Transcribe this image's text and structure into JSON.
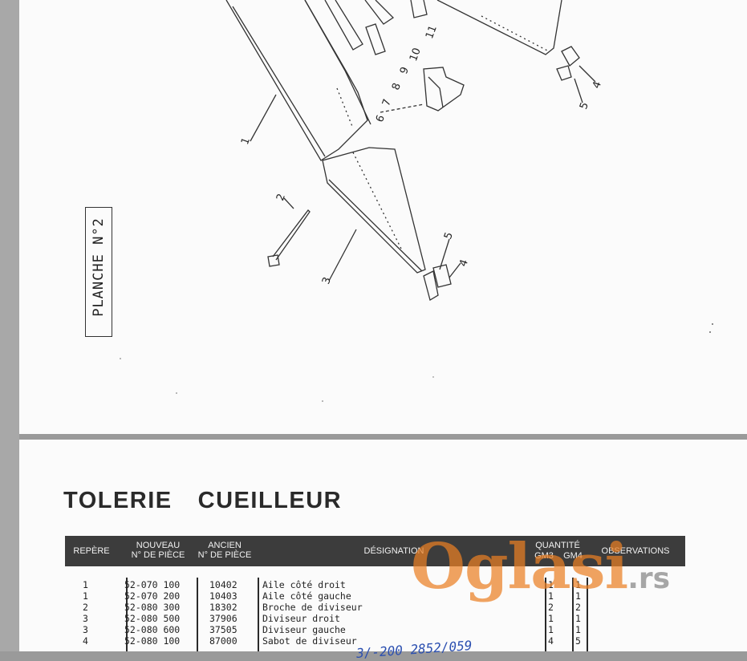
{
  "plate": {
    "label": "PLANCHE N°2"
  },
  "callouts": [
    "1",
    "2",
    "3",
    "4",
    "5",
    "6",
    "7",
    "8",
    "9",
    "10",
    "11",
    "4",
    "5"
  ],
  "section_title": {
    "word1": "TOLERIE",
    "word2": "CUEILLEUR"
  },
  "table": {
    "headers": {
      "repere": "REPÈRE",
      "nouveau": "NOUVEAU\nN° DE PIÈCE",
      "ancien": "ANCIEN\nN° DE PIÈCE",
      "designation": "DÉSIGNATION",
      "quantite": "QUANTITÉ",
      "gm3": "GM3",
      "gm4": "GM4",
      "observations": "OBSERVATIONS"
    },
    "rows": [
      {
        "repere": "1",
        "nouveau": "52-070 100",
        "ancien": "10402",
        "designation": "Aile côté droit",
        "gm3": "1",
        "gm4": "1"
      },
      {
        "repere": "1",
        "nouveau": "52-070 200",
        "ancien": "10403",
        "designation": "Aile côté gauche",
        "gm3": "1",
        "gm4": "1"
      },
      {
        "repere": "2",
        "nouveau": "52-080 300",
        "ancien": "18302",
        "designation": "Broche de diviseur",
        "gm3": "2",
        "gm4": "2"
      },
      {
        "repere": "3",
        "nouveau": "52-080 500",
        "ancien": "37906",
        "designation": "Diviseur droit",
        "gm3": "1",
        "gm4": "1"
      },
      {
        "repere": "3",
        "nouveau": "52-080 600",
        "ancien": "37505",
        "designation": "Diviseur gauche",
        "gm3": "1",
        "gm4": "1"
      },
      {
        "repere": "4",
        "nouveau": "52-080 100",
        "ancien": "87000",
        "designation": "Sabot de diviseur",
        "gm3": "4",
        "gm4": "5"
      }
    ]
  },
  "handwritten": "3/-200 2852/059",
  "watermark": {
    "brand": "Oglasi",
    "tld": ".rs"
  }
}
